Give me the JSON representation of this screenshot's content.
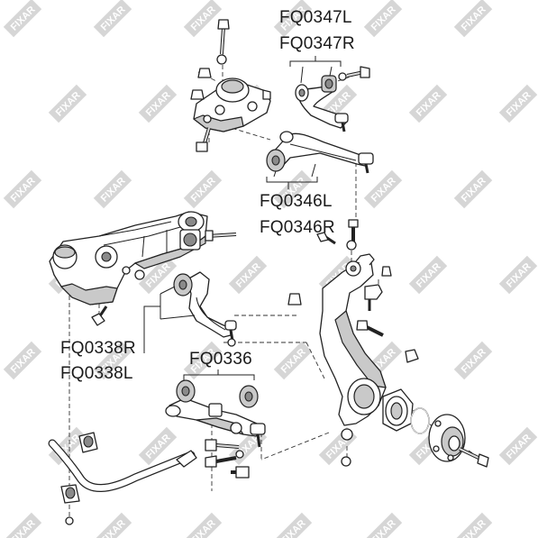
{
  "watermark": {
    "brand": "FIXAR",
    "color": "#b5b5b5"
  },
  "labels": {
    "fq0347l": "FQ0347L",
    "fq0347r": "FQ0347R",
    "fq0346l": "FQ0346L",
    "fq0346r": "FQ0346R",
    "fq0338r": "FQ0338R",
    "fq0338l": "FQ0338L",
    "fq0336": "FQ0336"
  }
}
